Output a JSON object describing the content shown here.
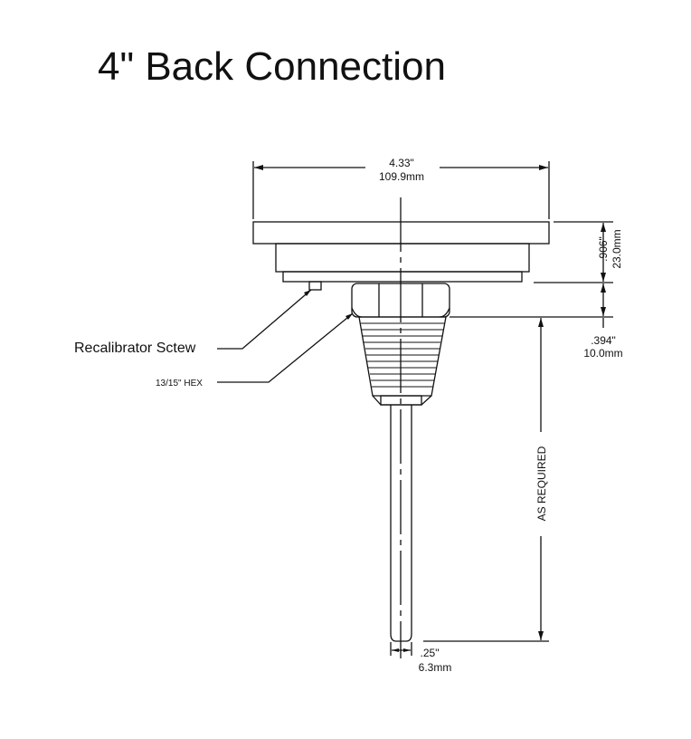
{
  "title": "4\" Back Connection",
  "dimensions": {
    "dial_width_in": "4.33\"",
    "dial_width_mm": "109.9mm",
    "case_depth_in": ".906\"",
    "case_depth_mm": "23.0mm",
    "hex_height_in": ".394\"",
    "hex_height_mm": "10.0mm",
    "stem_length": "AS REQUIRED",
    "stem_dia_in": ".25\"",
    "stem_dia_mm": "6.3mm"
  },
  "callouts": {
    "recalibrator": "Recalibrator Sctew",
    "hex": "13/15\" HEX"
  }
}
